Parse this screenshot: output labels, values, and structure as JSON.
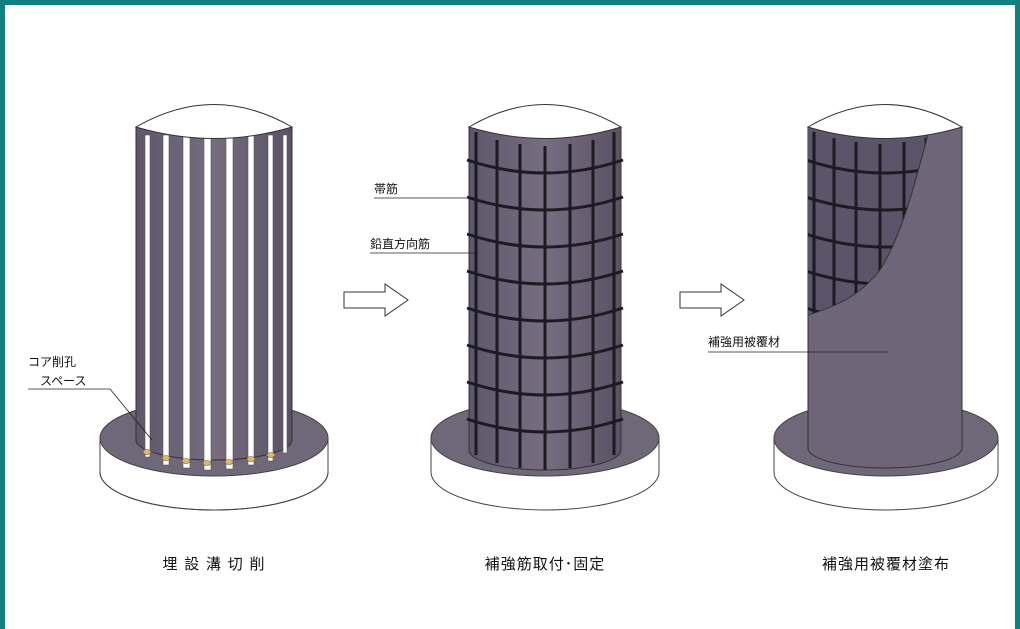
{
  "colors": {
    "frame": "#0f7f80",
    "column": "#6b6375",
    "column_dark": "#5a5264",
    "top_face": "#ffffff",
    "base_top": "#6f6878",
    "base_side": "#ffffff",
    "rebar": "#1c1a22",
    "core_holes": "#e2b867"
  },
  "panels": [
    {
      "caption": "埋 設 溝 切 削",
      "labels": [
        "コア削孔",
        "スペース"
      ]
    },
    {
      "caption": "補強筋取付･固定",
      "labels": [
        "帯筋",
        "鉛直方向筋"
      ]
    },
    {
      "caption": "補強用被覆材塗布",
      "labels": [
        "補強用被覆材"
      ]
    }
  ],
  "arrows": [
    "right-arrow-icon",
    "right-arrow-icon"
  ]
}
